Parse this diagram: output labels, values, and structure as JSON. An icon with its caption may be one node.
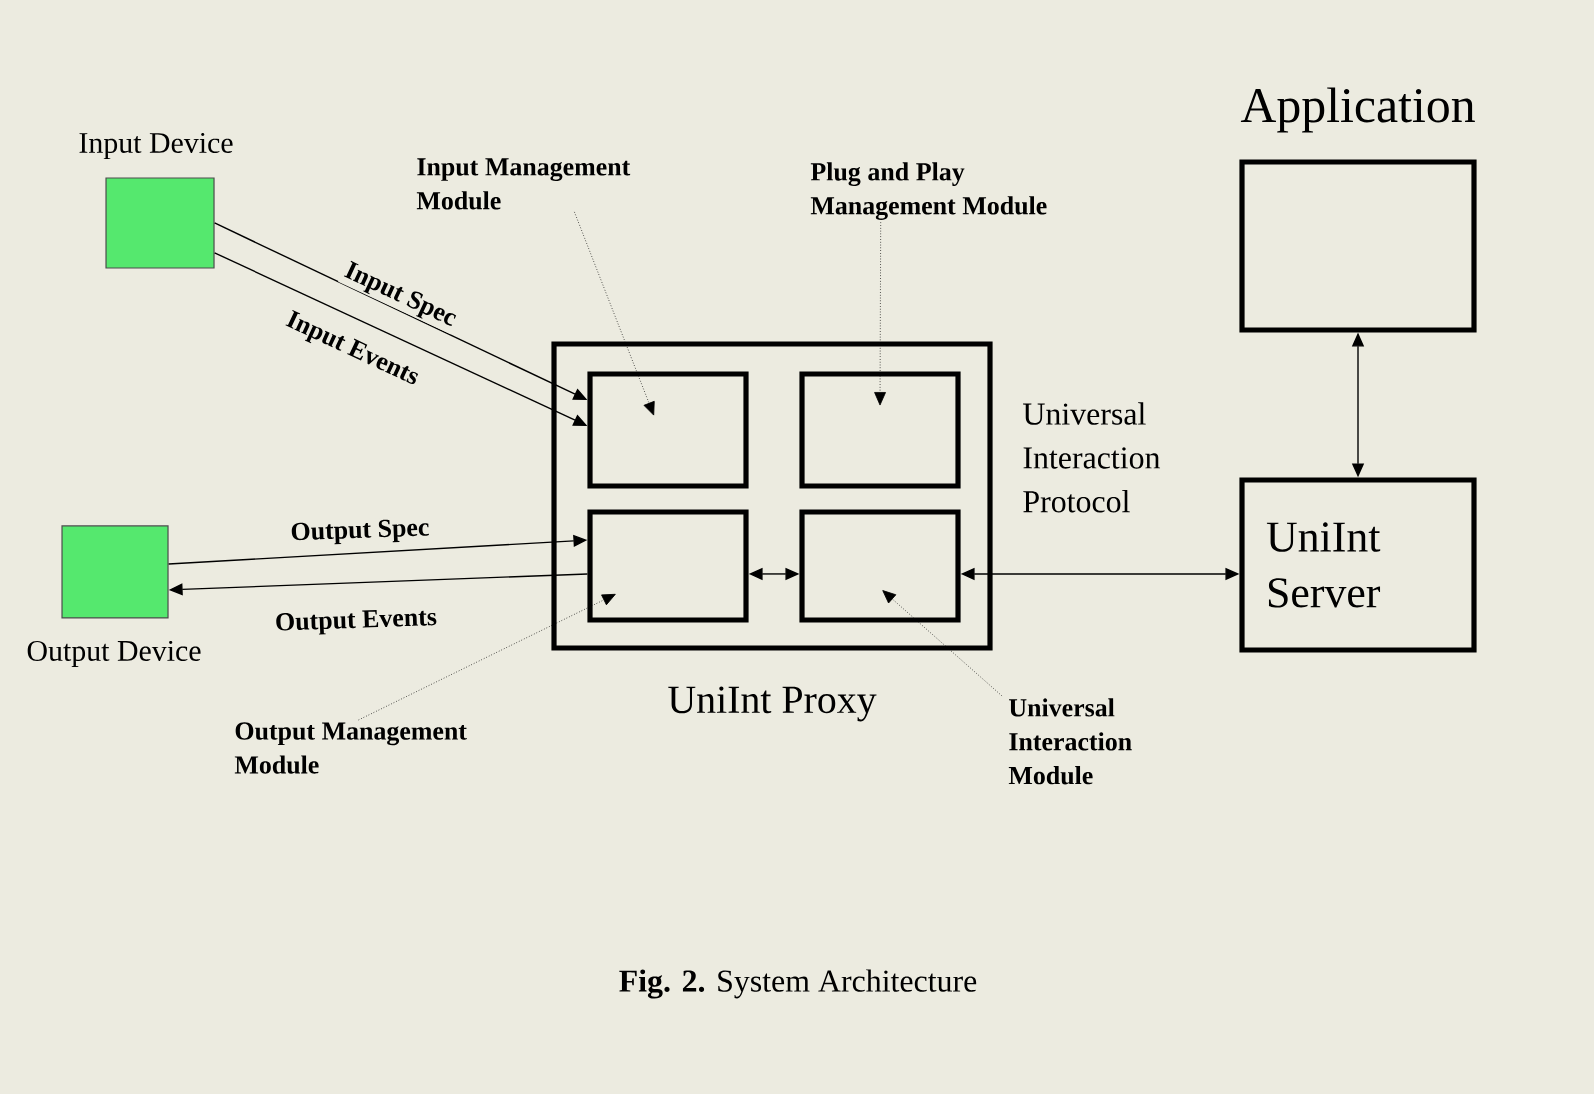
{
  "diagram": {
    "caption": "**Fig. 2.** System Architecture",
    "nodes": [
      {
        "text": [
          "Input Device"
        ]
      },
      {
        "text": [
          "Output Device"
        ]
      },
      {
        "text": [
          "UniInt Proxy"
        ]
      },
      {
        "text": [],
        "shape": "box",
        "in": 2
      },
      {
        "text": [],
        "shape": "box",
        "in": 2
      },
      {
        "text": [],
        "shape": "box",
        "in": 2
      },
      {
        "text": [],
        "shape": "box",
        "in": 2
      },
      {
        "text": [
          "Application"
        ]
      },
      {
        "text": [
          "UniInt Server"
        ]
      },
      {
        "text": [
          "Input Management Module"
        ]
      },
      {
        "text": [
          "Plug and Play Management Module"
        ]
      },
      {
        "text": [
          "Output Management Module"
        ]
      },
      {
        "text": [
          "Universal Interaction Module"
        ]
      }
    ],
    "edges": [
      {
        "from": 0,
        "to": 3,
        "arrow": "to",
        "label": "Input Spec"
      },
      {
        "from": 0,
        "to": 3,
        "arrow": "to",
        "label": "Input Events"
      },
      {
        "from": 1,
        "to": 5,
        "arrow": "to",
        "label": "Output Spec"
      },
      {
        "from": 5,
        "to": 1,
        "arrow": "to",
        "label": "Output Events"
      },
      {
        "from": 5,
        "to": 6,
        "arrow": "both"
      },
      {
        "from": 6,
        "to": 8,
        "arrow": "both",
        "label": "Universal Interaction Protocol"
      },
      {
        "from": 7,
        "to": 8,
        "arrow": "both"
      },
      {
        "from": 9,
        "to": 3,
        "arrow": "to",
        "style": "dashed"
      },
      {
        "from": 10,
        "to": 4,
        "arrow": "to",
        "style": "dashed"
      },
      {
        "from": 11,
        "to": 5,
        "arrow": "to",
        "style": "dashed"
      },
      {
        "from": 12,
        "to": 6,
        "arrow": "to",
        "style": "dashed"
      }
    ]
  }
}
